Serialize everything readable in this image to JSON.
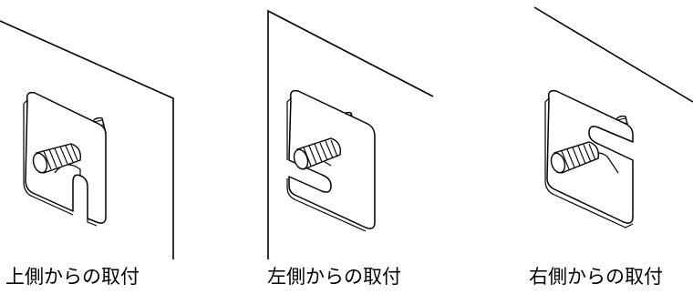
{
  "figures": [
    {
      "id": "top",
      "caption": "上側からの取付"
    },
    {
      "id": "left",
      "caption": "左側からの取付"
    },
    {
      "id": "right",
      "caption": "右側からの取付"
    }
  ],
  "colors": {
    "line": "#000000",
    "background": "#ffffff"
  }
}
